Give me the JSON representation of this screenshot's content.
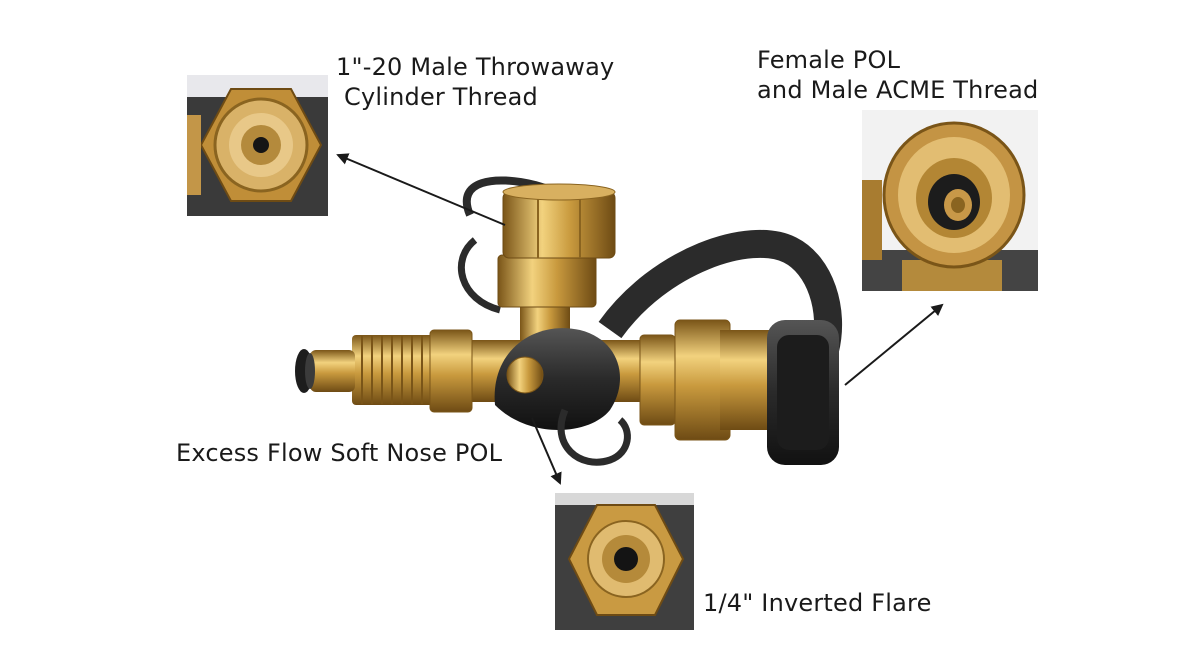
{
  "labels": {
    "top_left_line1": "1\"-20 Male Throwaway",
    "top_left_line2": "Cylinder Thread",
    "top_right_line1": "Female POL",
    "top_right_line2": "and Male ACME Thread",
    "left": "Excess Flow Soft Nose POL",
    "bottom": "1/4\" Inverted Flare"
  },
  "colors": {
    "brass": "#c99a3e",
    "brass_dark": "#8a6420",
    "brass_light": "#f0d080",
    "rubber": "#2b2b2b",
    "text": "#1a1a1a"
  }
}
